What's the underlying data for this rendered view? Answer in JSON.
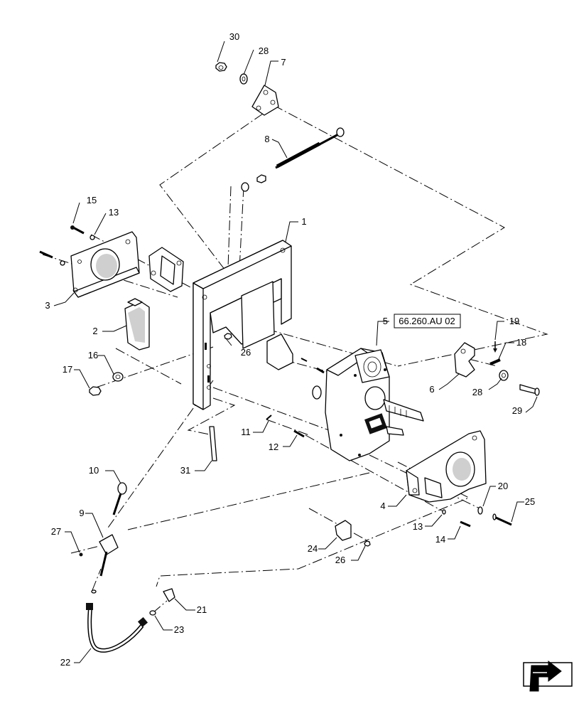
{
  "callouts": {
    "c1": "1",
    "c2": "2",
    "c3": "3",
    "c4": "4",
    "c5": "5",
    "c6": "6",
    "c7": "7",
    "c8": "8",
    "c9": "9",
    "c10": "10",
    "c11": "11",
    "c12": "12",
    "c13a": "13",
    "c13b": "13",
    "c14": "14",
    "c15": "15",
    "c16": "16",
    "c17": "17",
    "c18": "18",
    "c19": "19",
    "c20": "20",
    "c21": "21",
    "c22": "22",
    "c23": "23",
    "c24": "24",
    "c25": "25",
    "c26a": "26",
    "c26b": "26",
    "c27": "27",
    "c28a": "28",
    "c28b": "28",
    "c29": "29",
    "c30": "30",
    "c31": "31"
  },
  "reference_box": {
    "label": "66.260.AU 02"
  },
  "nav_icon": "next-page-arrow-icon"
}
